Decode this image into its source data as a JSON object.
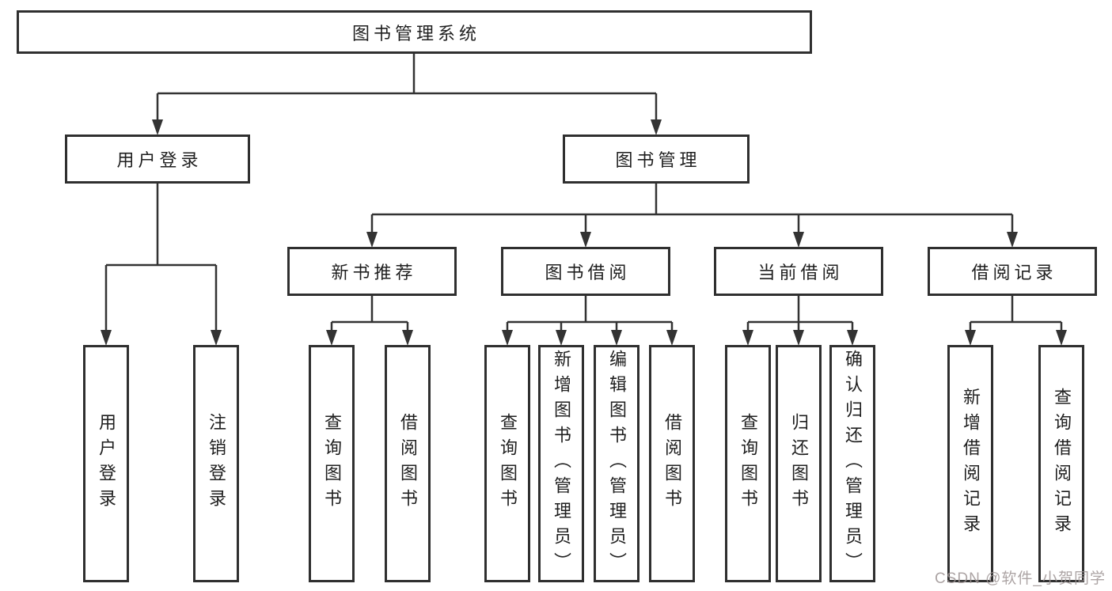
{
  "diagram": {
    "root": {
      "label": "图书管理系统"
    },
    "branches": [
      {
        "label": "用户登录",
        "children": [
          {
            "label": "用户登录"
          },
          {
            "label": "注销登录"
          }
        ]
      },
      {
        "label": "图书管理",
        "children": [
          {
            "label": "新书推荐",
            "children": [
              {
                "label": "查询图书"
              },
              {
                "label": "借阅图书"
              }
            ]
          },
          {
            "label": "图书借阅",
            "children": [
              {
                "label": "查询图书"
              },
              {
                "label": "新增图书（管理员）"
              },
              {
                "label": "编辑图书（管理员）"
              },
              {
                "label": "借阅图书"
              }
            ]
          },
          {
            "label": "当前借阅",
            "children": [
              {
                "label": "查询图书"
              },
              {
                "label": "归还图书"
              },
              {
                "label": "确认归还（管理员）"
              }
            ]
          },
          {
            "label": "借阅记录",
            "children": [
              {
                "label": "新增借阅记录"
              },
              {
                "label": "查询借阅记录"
              }
            ]
          }
        ]
      }
    ]
  },
  "watermark": {
    "text": "CSDN @软件_小贺同学"
  },
  "colors": {
    "line": "#333333",
    "box_border": "#2f2f2f",
    "text": "#1f1f1f",
    "watermark_text": "#9e9494",
    "background": "#ffffff"
  }
}
